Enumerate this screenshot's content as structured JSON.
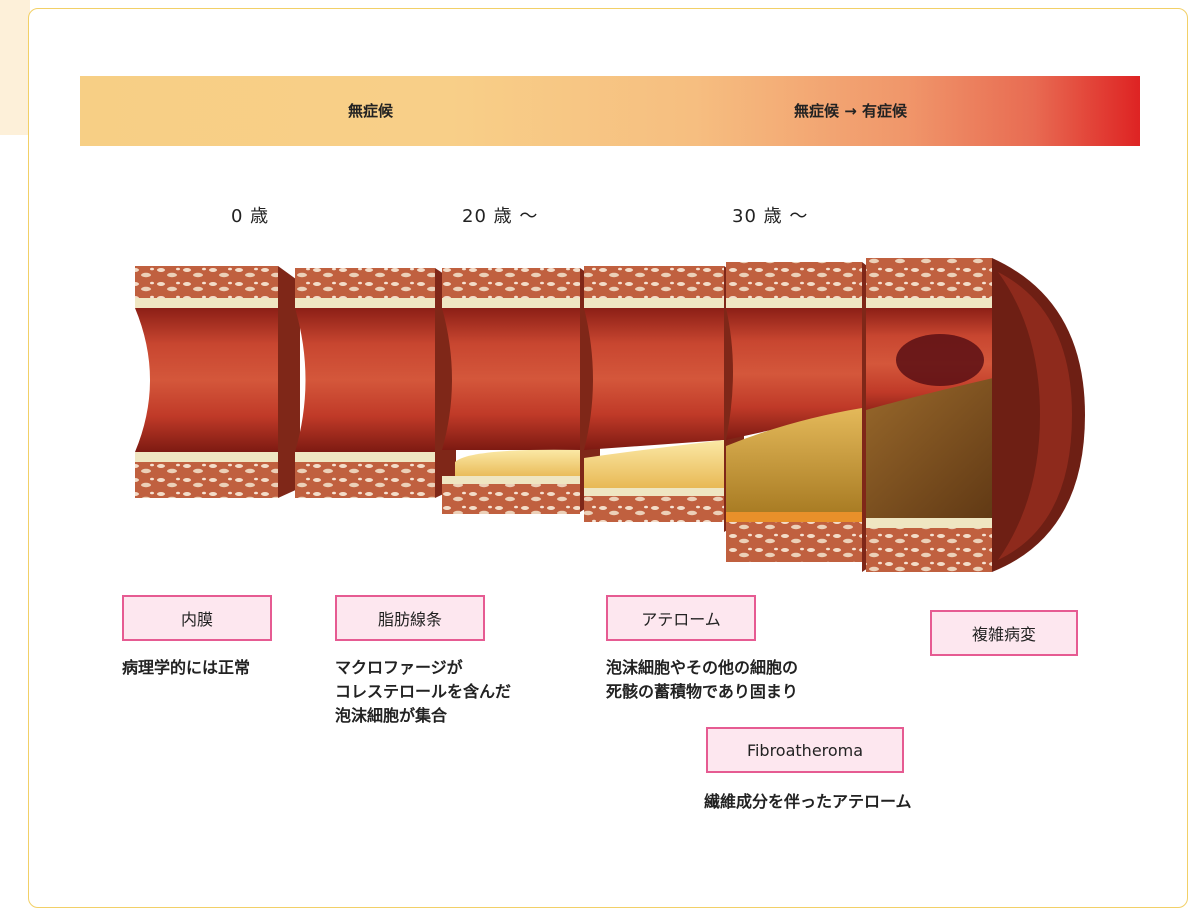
{
  "stage_bar": {
    "left_label": "無症候",
    "right_label": "無症候 → 有症候"
  },
  "ages": [
    "0 歳",
    "20 歳 ～",
    "30 歳 ～"
  ],
  "stages": [
    {
      "label": "内膜",
      "description": "病理学的には正常"
    },
    {
      "label": "脂肪線条",
      "description": "マクロファージが\nコレステロールを含んだ\n泡沫細胞が集合"
    },
    {
      "label": "アテローム",
      "description": "泡沫細胞やその他の細胞の\n死骸の蓄積物であり固まり"
    },
    {
      "label": "Fibroatheroma",
      "description": "繊維成分を伴ったアテローム"
    },
    {
      "label": "複雑病変",
      "description": ""
    }
  ],
  "colors": {
    "vessel_wall": "#c0573a",
    "lumen": "#b53224",
    "plaque_fat": "#f4d679",
    "plaque_atheroma": "#d6a63a",
    "plaque_complex": "#7a4a1e",
    "box_border": "#e65b92",
    "box_fill": "#fde7ef"
  }
}
